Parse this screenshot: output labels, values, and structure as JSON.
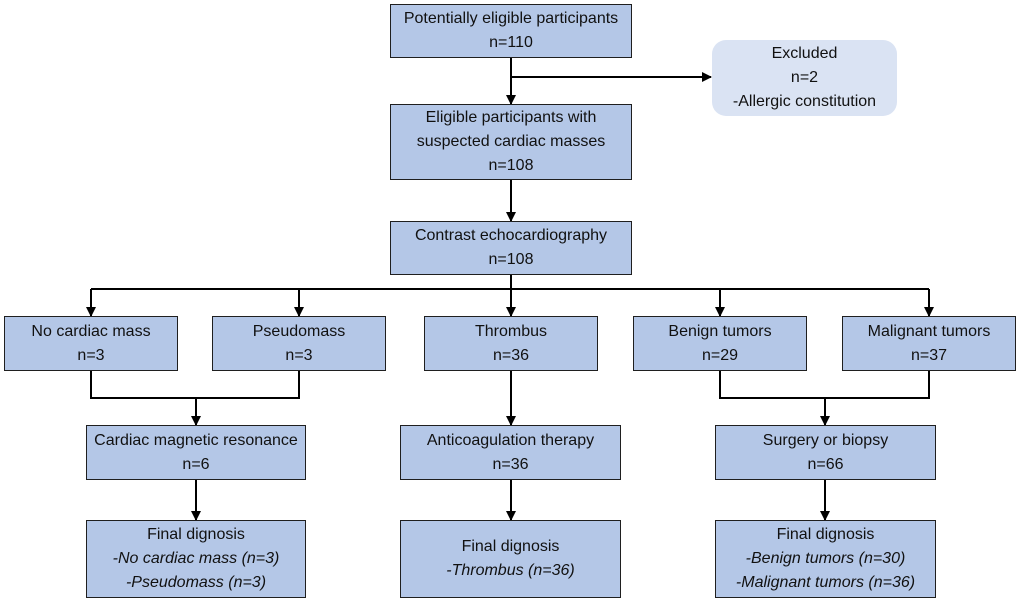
{
  "colors": {
    "box_fill": "#b4c7e7",
    "excluded_fill": "#dae3f3",
    "border": "#1f1f1f",
    "arrow": "#000000"
  },
  "nodes": {
    "potentially_eligible": {
      "lines": [
        "Potentially eligible participants",
        "n=110"
      ]
    },
    "excluded": {
      "lines": [
        "Excluded",
        "n=2",
        "-Allergic constitution"
      ]
    },
    "eligible": {
      "lines": [
        "Eligible participants with",
        "suspected cardiac masses",
        "n=108"
      ]
    },
    "contrast_echo": {
      "lines": [
        "Contrast echocardiography",
        "n=108"
      ]
    },
    "no_cardiac_mass": {
      "lines": [
        "No cardiac mass",
        "n=3"
      ]
    },
    "pseudomass": {
      "lines": [
        "Pseudomass",
        "n=3"
      ]
    },
    "thrombus": {
      "lines": [
        "Thrombus",
        "n=36"
      ]
    },
    "benign_tumors": {
      "lines": [
        "Benign tumors",
        "n=29"
      ]
    },
    "malignant_tumors": {
      "lines": [
        "Malignant tumors",
        "n=37"
      ]
    },
    "cmr": {
      "lines": [
        "Cardiac magnetic resonance",
        "n=6"
      ]
    },
    "anticoagulation": {
      "lines": [
        "Anticoagulation therapy",
        "n=36"
      ]
    },
    "surgery_biopsy": {
      "lines": [
        "Surgery or biopsy",
        "n=66"
      ]
    },
    "final_left": {
      "lines": [
        "Final dignosis",
        "-No cardiac mass (n=3)",
        "-Pseudomass (n=3)"
      ]
    },
    "final_middle": {
      "lines": [
        "Final dignosis",
        "-Thrombus (n=36)"
      ]
    },
    "final_right": {
      "lines": [
        "Final dignosis",
        "-Benign tumors (n=30)",
        "-Malignant tumors (n=36)"
      ]
    }
  }
}
